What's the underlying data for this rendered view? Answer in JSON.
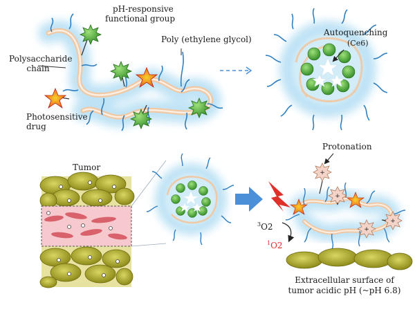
{
  "labels": {
    "ph_group_line1": "pH-responsive",
    "ph_group_line2": "functional group",
    "peg": "Poly (ethylene glycol)",
    "polysaccharide_line1": "Polysaccharide",
    "polysaccharide_line2": "chain",
    "photosensitive_line1": "Photosensitive",
    "photosensitive_line2": "drug",
    "autoquenching": "Autoquenching",
    "ce6": "(Ce6)",
    "tumor": "Tumor",
    "protonation": "Protonation",
    "triplet_oxygen_sup": "3",
    "triplet_oxygen": "O2",
    "singlet_oxygen_sup": "1",
    "singlet_oxygen": "O2",
    "extracellular_line1": "Extracellular surface of",
    "extracellular_line2": "tumor acidic pH (~pH 6.8)"
  },
  "colors": {
    "halo": "#bfe3f5",
    "chain_outer": "#f0d2b6",
    "chain_inner": "#f9f1ea",
    "peg": "#4aa3dc",
    "peg_stroke": "#2f6fb3",
    "spiky_green": "#43a832",
    "star_red": "#e43d2d",
    "star_yellow": "#f2c21c",
    "cell": "#b7b424",
    "cell_dark": "#86821a",
    "tissue": "#f4c6cc",
    "vessel": "#d4505c",
    "arrow_blue": "#4a90d9",
    "singlet_red": "#e0302a"
  }
}
